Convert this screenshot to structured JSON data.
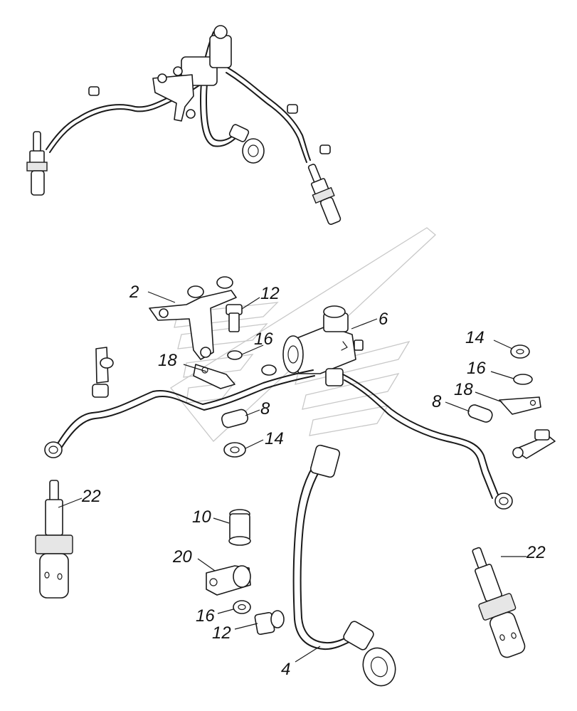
{
  "callouts": [
    {
      "number": "2"
    },
    {
      "number": "12"
    },
    {
      "number": "6"
    },
    {
      "number": "16"
    },
    {
      "number": "18"
    },
    {
      "number": "14"
    },
    {
      "number": "16"
    },
    {
      "number": "18"
    },
    {
      "number": "8"
    },
    {
      "number": "8"
    },
    {
      "number": "14"
    },
    {
      "number": "22"
    },
    {
      "number": "10"
    },
    {
      "number": "20"
    },
    {
      "number": "16"
    },
    {
      "number": "12"
    },
    {
      "number": "22"
    },
    {
      "number": "4"
    }
  ]
}
